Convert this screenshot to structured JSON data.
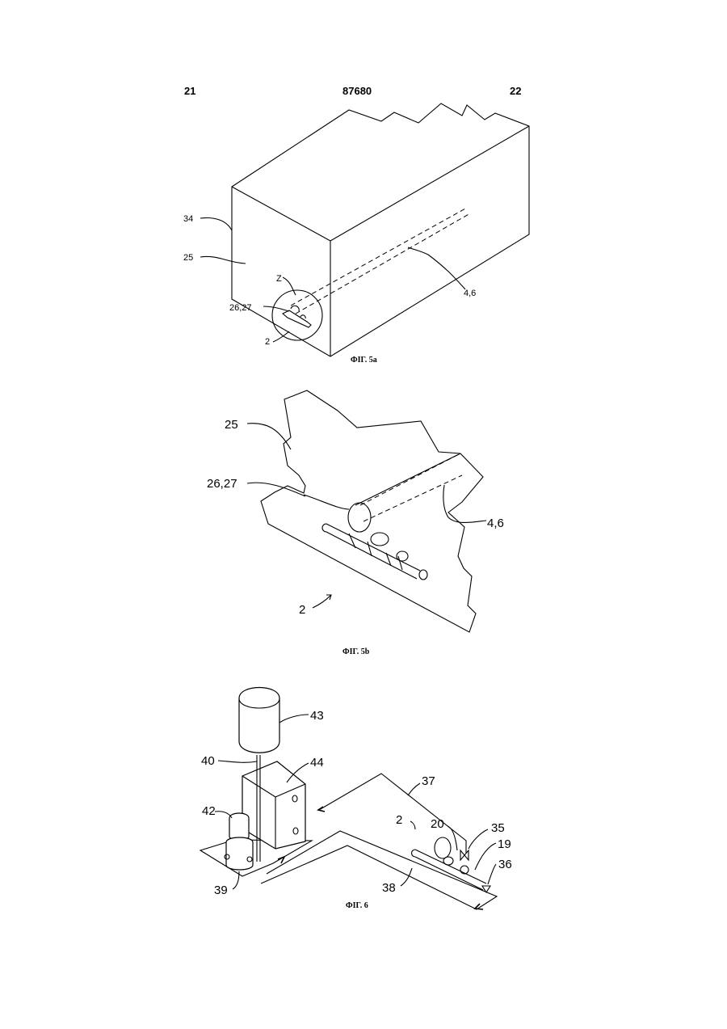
{
  "header": {
    "left_page": "21",
    "doc_number": "87680",
    "right_page": "22"
  },
  "fig5a": {
    "caption": "ФІГ. 5а",
    "labels": [
      "34",
      "25",
      "Z",
      "26,27",
      "2",
      "4,6"
    ]
  },
  "fig5b": {
    "caption": "ФІГ. 5b",
    "labels": [
      "25",
      "26,27",
      "4,6",
      "2"
    ]
  },
  "fig6": {
    "caption": "ФІГ. 6",
    "labels": [
      "43",
      "40",
      "44",
      "37",
      "42",
      "2",
      "20",
      "35",
      "19",
      "36",
      "39",
      "38"
    ]
  }
}
